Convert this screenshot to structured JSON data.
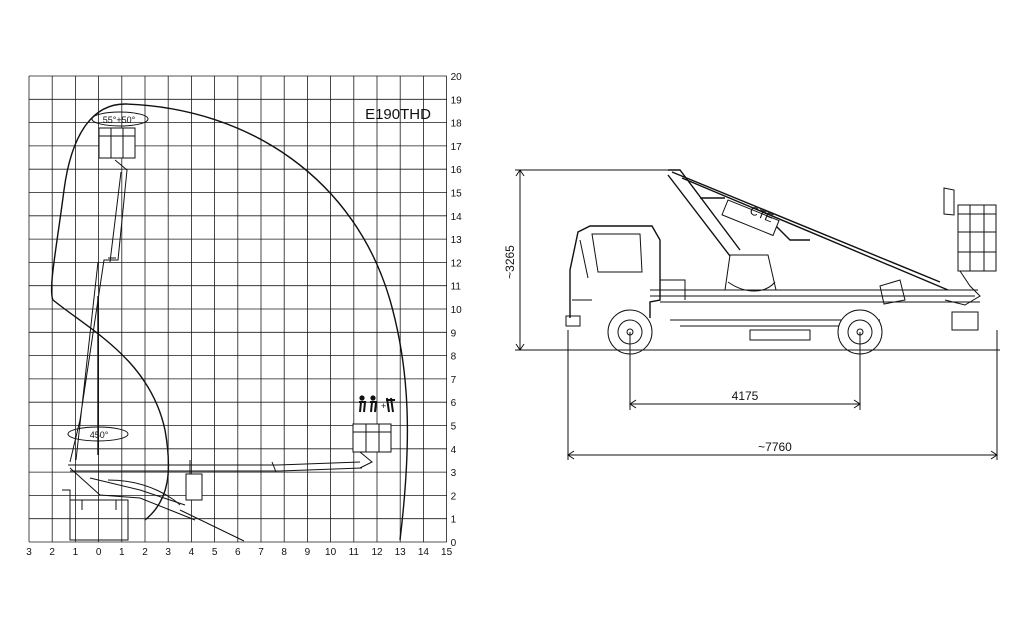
{
  "model": "E190THD",
  "chart": {
    "x_ticks": [
      "3",
      "2",
      "1",
      "0",
      "1",
      "2",
      "3",
      "4",
      "5",
      "6",
      "7",
      "8",
      "9",
      "10",
      "11",
      "12",
      "13",
      "14",
      "15"
    ],
    "y_ticks": [
      "0",
      "1",
      "2",
      "3",
      "4",
      "5",
      "6",
      "7",
      "8",
      "9",
      "10",
      "11",
      "12",
      "13",
      "14",
      "15",
      "16",
      "17",
      "18",
      "19",
      "20"
    ],
    "rotation_basket": "55°+50°",
    "rotation_turret": "450°",
    "capacity_plus": "+"
  },
  "truck": {
    "height_label": "~3265",
    "wheelbase_label": "4175",
    "length_label": "~7760",
    "brand_text": "CTE"
  }
}
